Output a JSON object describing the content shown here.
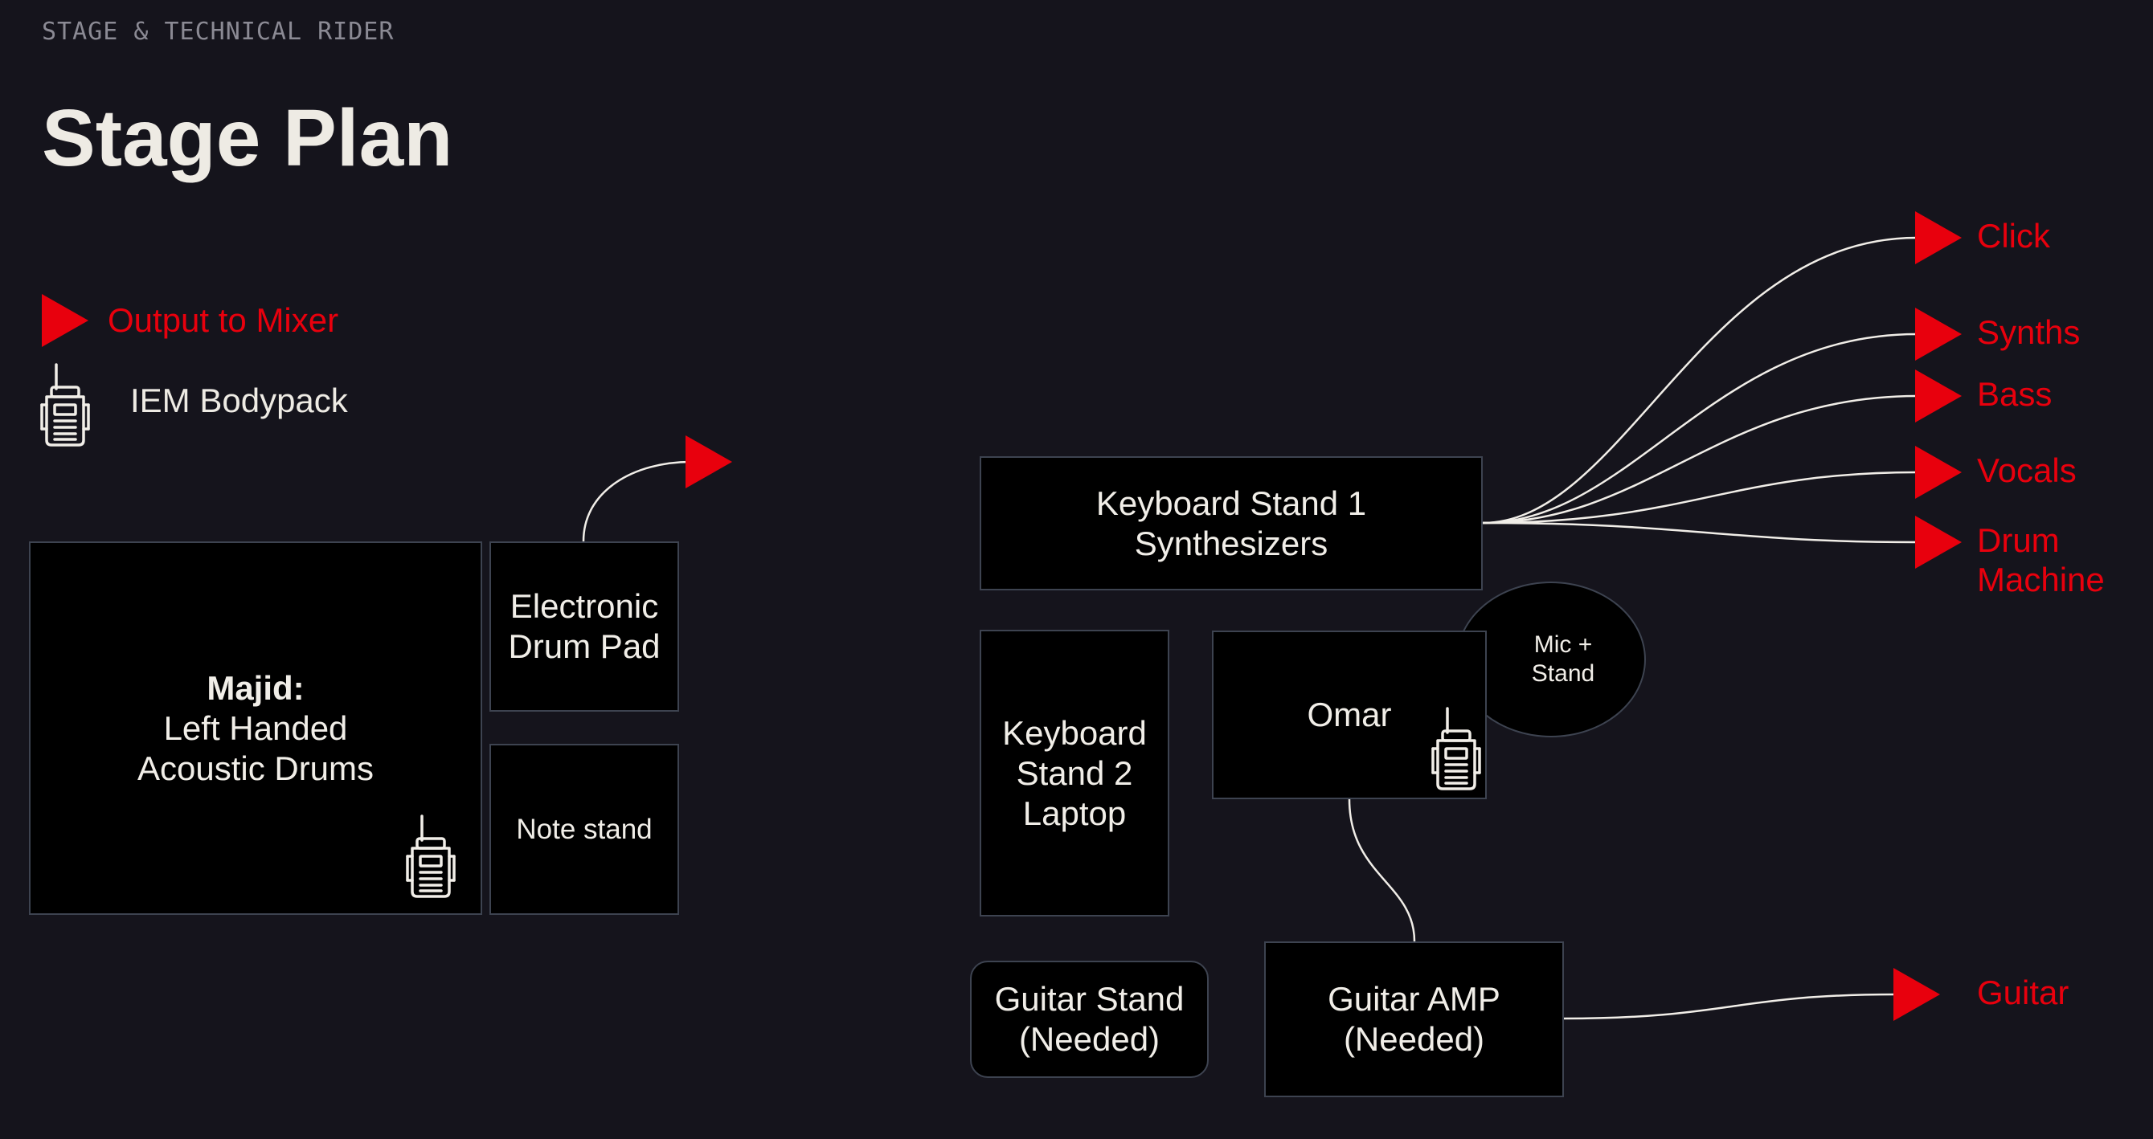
{
  "header": {
    "eyebrow": "STAGE & TECHNICAL RIDER",
    "title": "Stage Plan"
  },
  "legend": {
    "output_label": "Output to Mixer",
    "iem_label": "IEM Bodypack"
  },
  "stage": {
    "drums": {
      "name": "Majid:",
      "line1": "Left Handed",
      "line2": "Acoustic Drums"
    },
    "drum_pad": {
      "line1": "Electronic",
      "line2": "Drum Pad"
    },
    "note_stand": {
      "label": "Note stand"
    },
    "keyboard1": {
      "line1": "Keyboard Stand 1",
      "line2": "Synthesizers"
    },
    "keyboard2": {
      "line1": "Keyboard",
      "line2": "Stand 2",
      "line3": "Laptop"
    },
    "omar": {
      "label": "Omar"
    },
    "mic": {
      "line1": "Mic +",
      "line2": "Stand"
    },
    "guitar_stand": {
      "line1": "Guitar Stand",
      "line2": "(Needed)"
    },
    "guitar_amp": {
      "line1": "Guitar AMP",
      "line2": "(Needed)"
    }
  },
  "outputs": {
    "click": "Click",
    "synths": "Synths",
    "bass": "Bass",
    "vocals": "Vocals",
    "drum_machine_1": "Drum",
    "drum_machine_2": "Machine",
    "guitar": "Guitar"
  },
  "colors": {
    "background": "#15141c",
    "output_red": "#e8000d",
    "box_fill": "#000000",
    "box_border": "#3d4350",
    "text_light": "#eeebe4"
  },
  "icons": {
    "output": "red-triangle-arrow",
    "iem": "walkie-talkie-bodypack"
  }
}
